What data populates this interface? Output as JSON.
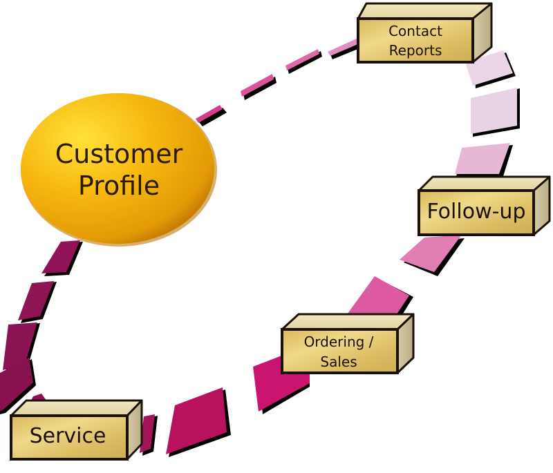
{
  "diagram": {
    "title": "Customer relationship cycle",
    "hub": {
      "lines": [
        "Customer",
        "Profile"
      ],
      "color": "#f2a800"
    },
    "stages": [
      {
        "id": "contact-reports",
        "lines": [
          "Contact",
          "Reports"
        ]
      },
      {
        "id": "follow-up",
        "lines": [
          "Follow-up"
        ]
      },
      {
        "id": "ordering-sales",
        "lines": [
          "Ordering  /",
          "Sales"
        ]
      },
      {
        "id": "service",
        "lines": [
          "Service"
        ]
      }
    ],
    "colors": {
      "box_front": "#e2c770",
      "box_top": "#ece0b0",
      "box_side": "#c8bd96",
      "ribbon_pale": "#e9d2e2",
      "ribbon_light": "#e79bc6",
      "ribbon_pink": "#dc5aa0",
      "ribbon_magenta": "#c8156e",
      "ribbon_dark": "#8e1456"
    }
  }
}
